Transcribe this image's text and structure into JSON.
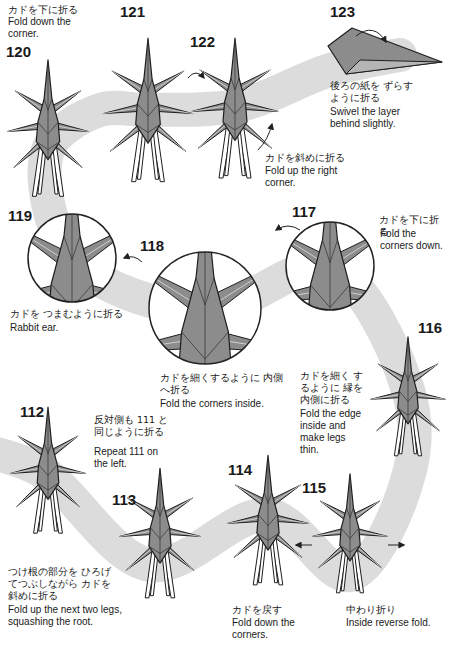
{
  "diagram": {
    "labels": [
      "120",
      "カドを下に折る",
      "Fold down the corner.",
      "121",
      "122",
      "カドを斜めに折る",
      "Fold up the right corner.",
      "123",
      "後ろの紙を ずらすように折る",
      "Swivel the layer behind slightly.",
      "119",
      "カドを つまむように折る",
      "Rabbit ear.",
      "118",
      "カドを細くするように 内側へ折る",
      "Fold the corners inside.",
      "117",
      "カドを下に折る",
      "Fold the corners down.",
      "116",
      "カドを細く するように 縁を内側に折る",
      "Fold the edge inside and make legs thin.",
      "112",
      "反対側も 111 と 同じように折る",
      "Repeat 111 on the left.",
      "113",
      "つけ根の部分を ひろげてつぶしながら カドを斜めに折る",
      "Fold up the next two legs, squashing the root.",
      "114",
      "カドを戻す",
      "Fold down the corners.",
      "115",
      "中わり折り",
      "Inside reverse fold."
    ]
  }
}
